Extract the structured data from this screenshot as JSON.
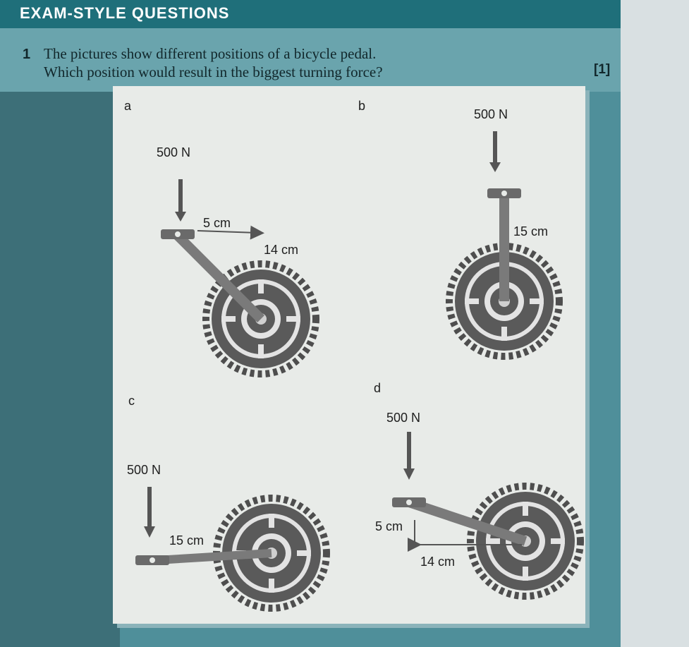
{
  "header": {
    "title": "EXAM-STYLE QUESTIONS"
  },
  "question": {
    "number": "1",
    "line1": "The pictures show different positions of a bicycle pedal.",
    "line2": "Which position would result in the biggest turning force?",
    "marks": "[1]"
  },
  "diagrams": {
    "a": {
      "letter": "a",
      "force": "500 N",
      "dist1": "5 cm",
      "dist2": "14 cm"
    },
    "b": {
      "letter": "b",
      "force": "500 N",
      "dist1": "15 cm"
    },
    "c": {
      "letter": "c",
      "force": "500 N",
      "dist1": "15 cm"
    },
    "d": {
      "letter": "d",
      "force": "500 N",
      "dist1": "5 cm",
      "dist2": "14 cm"
    }
  },
  "colors": {
    "header": "#1f6f7a",
    "panel": "#e8ebe8",
    "gear": "#4e4e4e"
  }
}
